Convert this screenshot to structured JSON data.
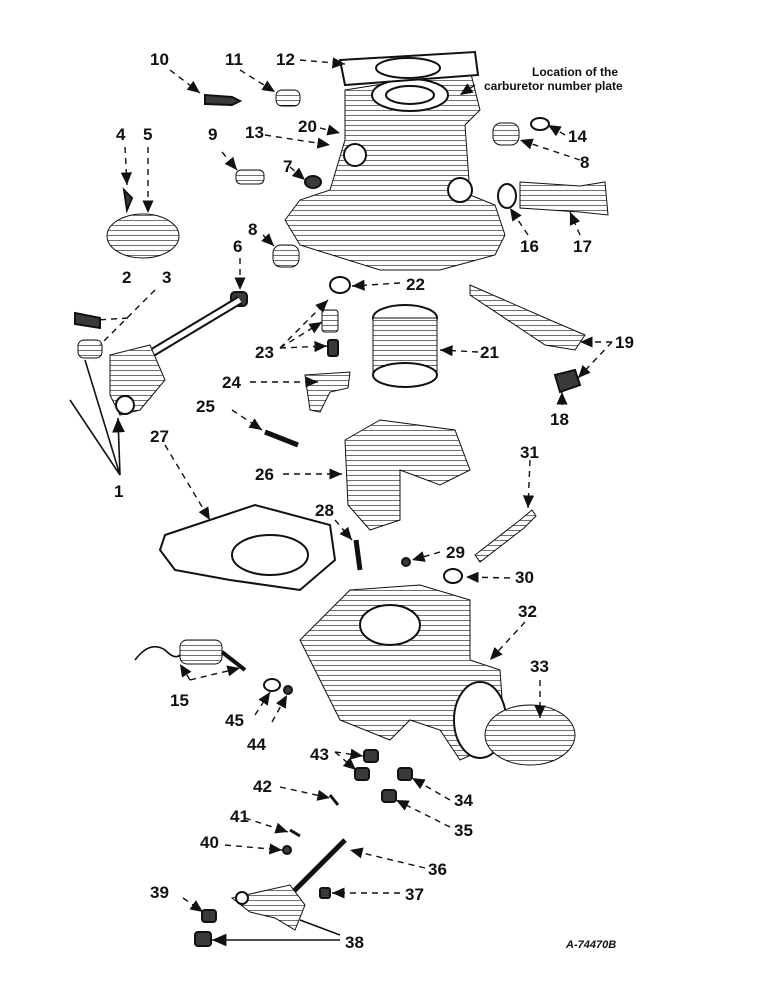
{
  "labels": {
    "n1": "1",
    "n2": "2",
    "n3": "3",
    "n4": "4",
    "n5": "5",
    "n6": "6",
    "n7": "7",
    "n8a": "8",
    "n8b": "8",
    "n9": "9",
    "n10": "10",
    "n11": "11",
    "n12": "12",
    "n13": "13",
    "n14": "14",
    "n15": "15",
    "n16": "16",
    "n17": "17",
    "n18": "18",
    "n19": "19",
    "n20": "20",
    "n21": "21",
    "n22": "22",
    "n23": "23",
    "n24": "24",
    "n25": "25",
    "n26": "26",
    "n27": "27",
    "n28": "28",
    "n29": "29",
    "n30": "30",
    "n31": "31",
    "n32": "32",
    "n33": "33",
    "n34": "34",
    "n35": "35",
    "n36": "36",
    "n37": "37",
    "n38": "38",
    "n39": "39",
    "n40": "40",
    "n41": "41",
    "n42": "42",
    "n43": "43",
    "n44": "44",
    "n45": "45"
  },
  "note_line1": "Location of the",
  "note_line2": "carburetor number plate",
  "drawing_number": "A-74470B"
}
